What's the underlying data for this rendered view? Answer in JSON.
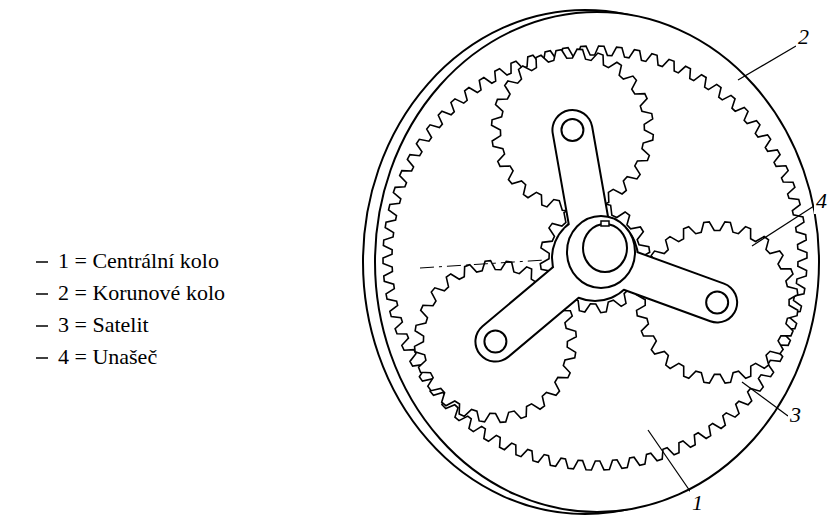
{
  "diagram": {
    "labels": [
      "1 = Centrální kolo",
      "2 = Korunové kolo",
      "3 = Satelit",
      "4 = Unašeč",
      "2",
      "4",
      "3",
      "1"
    ]
  }
}
